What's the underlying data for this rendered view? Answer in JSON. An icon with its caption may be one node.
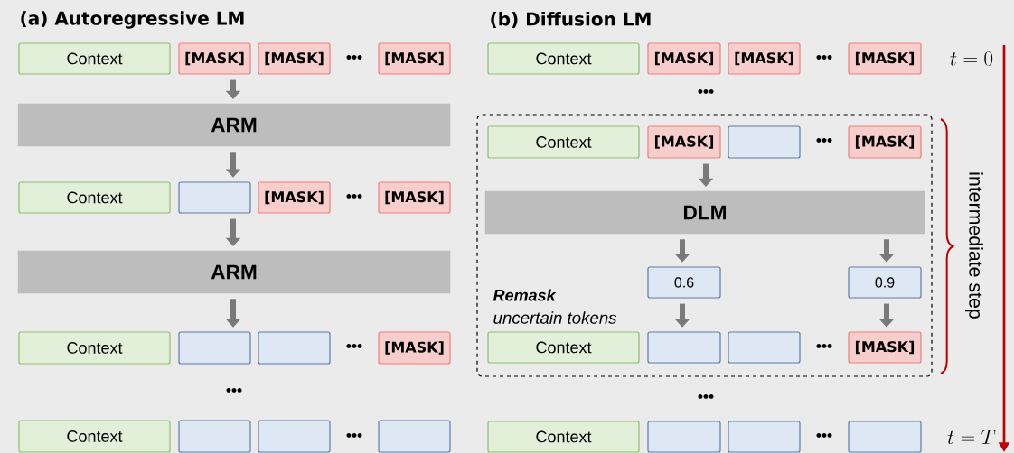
{
  "diagram": {
    "nodes": [
      {
        "text": [
          "Context"
        ]
      },
      {
        "text": [
          "[MASK]"
        ]
      },
      {
        "text": [
          "[MASK]"
        ]
      },
      {
        "text": [
          "[MASK]"
        ]
      },
      {
        "text": [
          "ARM"
        ]
      },
      {
        "text": [
          "Context"
        ]
      },
      {
        "text": [],
        "shape": "box"
      },
      {
        "text": [
          "[MASK]"
        ]
      },
      {
        "text": [
          "[MASK]"
        ]
      },
      {
        "text": [
          "ARM"
        ]
      },
      {
        "text": [
          "Context"
        ]
      },
      {
        "text": [],
        "shape": "box"
      },
      {
        "text": [],
        "shape": "box"
      },
      {
        "text": [
          "[MASK]"
        ]
      },
      {
        "text": [
          "Context"
        ]
      },
      {
        "text": [],
        "shape": "box"
      },
      {
        "text": [],
        "shape": "box"
      },
      {
        "text": [],
        "shape": "box"
      },
      {
        "text": [
          "Context"
        ]
      },
      {
        "text": [
          "[MASK]"
        ]
      },
      {
        "text": [
          "[MASK]"
        ]
      },
      {
        "text": [
          "[MASK]"
        ]
      },
      {
        "text": [],
        "shape": "box"
      },
      {
        "text": [
          "Context"
        ],
        "in": 22
      },
      {
        "text": [
          "[MASK]"
        ],
        "in": 22
      },
      {
        "text": [],
        "shape": "box",
        "in": 22
      },
      {
        "text": [
          "[MASK]"
        ],
        "in": 22
      },
      {
        "text": [
          "DLM"
        ],
        "in": 22
      },
      {
        "text": [
          "0.6"
        ],
        "in": 22
      },
      {
        "text": [
          "0.9"
        ],
        "in": 22
      },
      {
        "text": [
          "Context"
        ],
        "in": 22
      },
      {
        "text": [],
        "shape": "box",
        "in": 22
      },
      {
        "text": [],
        "shape": "box",
        "in": 22
      },
      {
        "text": [
          "[MASK]"
        ],
        "in": 22
      },
      {
        "text": [
          "Context"
        ]
      },
      {
        "text": [],
        "shape": "box"
      },
      {
        "text": [],
        "shape": "box"
      },
      {
        "text": [],
        "shape": "box"
      }
    ],
    "edges": [
      {
        "from": 1,
        "to": 4,
        "arrow": "to"
      },
      {
        "from": 4,
        "to": 6,
        "arrow": "to"
      },
      {
        "from": 6,
        "to": 9,
        "arrow": "to"
      },
      {
        "from": 9,
        "to": 11,
        "arrow": "to"
      },
      {
        "from": 24,
        "to": 27,
        "arrow": "to"
      },
      {
        "from": 27,
        "to": 28,
        "arrow": "to"
      },
      {
        "from": 28,
        "to": 31,
        "arrow": "to"
      },
      {
        "from": 27,
        "to": 29,
        "arrow": "to"
      },
      {
        "from": 29,
        "to": 33,
        "arrow": "to"
      }
    ],
    "labels": [
      "(a) Autoregressive LM",
      "(b) Diffusion LM",
      "•••",
      "•••",
      "t = 0",
      "•••",
      "•••",
      "intermediate step",
      "•••",
      "Remask",
      "uncertain tokens",
      "•••",
      "•••",
      "•••",
      "•••",
      "•••",
      "•••",
      "t = T"
    ]
  }
}
